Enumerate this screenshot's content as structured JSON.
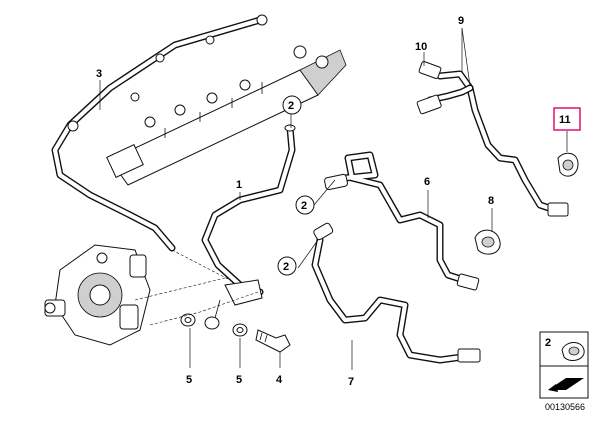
{
  "callouts": {
    "c1": "1",
    "c2a": "2",
    "c2b": "2",
    "c2c": "2",
    "c3": "3",
    "c4": "4",
    "c5a": "5",
    "c5b": "5",
    "c6": "6",
    "c7": "7",
    "c8": "8",
    "c9": "9",
    "c10": "10",
    "c11": "11"
  },
  "legend_box": {
    "label": "2"
  },
  "diagram_code": "00130566",
  "colors": {
    "highlight": "#e0217a",
    "line": "#111111"
  }
}
